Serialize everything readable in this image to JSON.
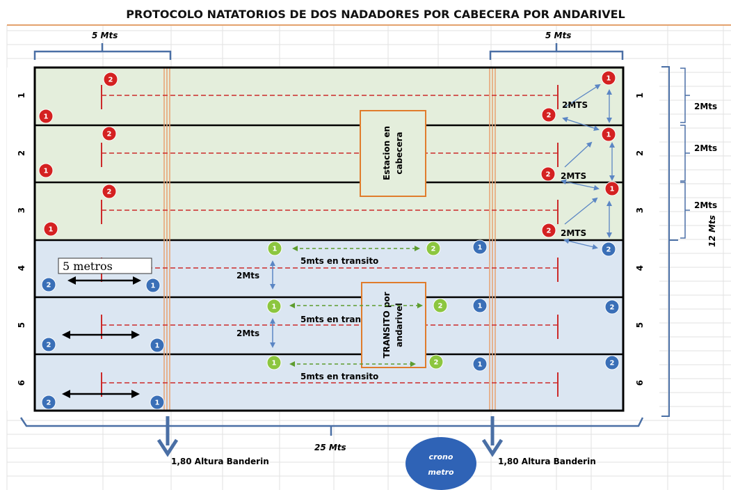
{
  "title": "PROTOCOLO NATATORIOS DE DOS NADADORES POR CABECERA POR ANDARIVEL",
  "measures": {
    "left_top": "5 Mts",
    "right_top": "5 Mts",
    "right_total": "12 Mts",
    "lane_width": "2Mts",
    "bottom_total": "25 Mts",
    "flag_height": "1,80 Altura Banderin",
    "five_meters_box": "5 metros"
  },
  "lanes": [
    "1",
    "2",
    "3",
    "4",
    "5",
    "6"
  ],
  "station_box": {
    "line1": "Estacion en",
    "line2": "cabecera"
  },
  "transit_box": {
    "line1": "TRANSITO por",
    "line2": "andarivel"
  },
  "transit_label": "5mts en transito",
  "transit_label_short": "5mts en tran",
  "two_mts_upper": "2MTS",
  "two_mts_lower": "2Mts",
  "swimmer_numbers": {
    "one": "1",
    "two": "2"
  },
  "crono": {
    "line1": "crono",
    "line2": "metro"
  },
  "colors": {
    "green_lane": "#e4eedc",
    "blue_lane": "#dbe6f2",
    "red_swimmer": "#d42121",
    "green_swimmer": "#8cc63f",
    "blue_swimmer": "#3a6fb7",
    "bracket": "#4a6fa5",
    "transit_box_border": "#e07c2c",
    "rope": "#cc2a2a"
  }
}
